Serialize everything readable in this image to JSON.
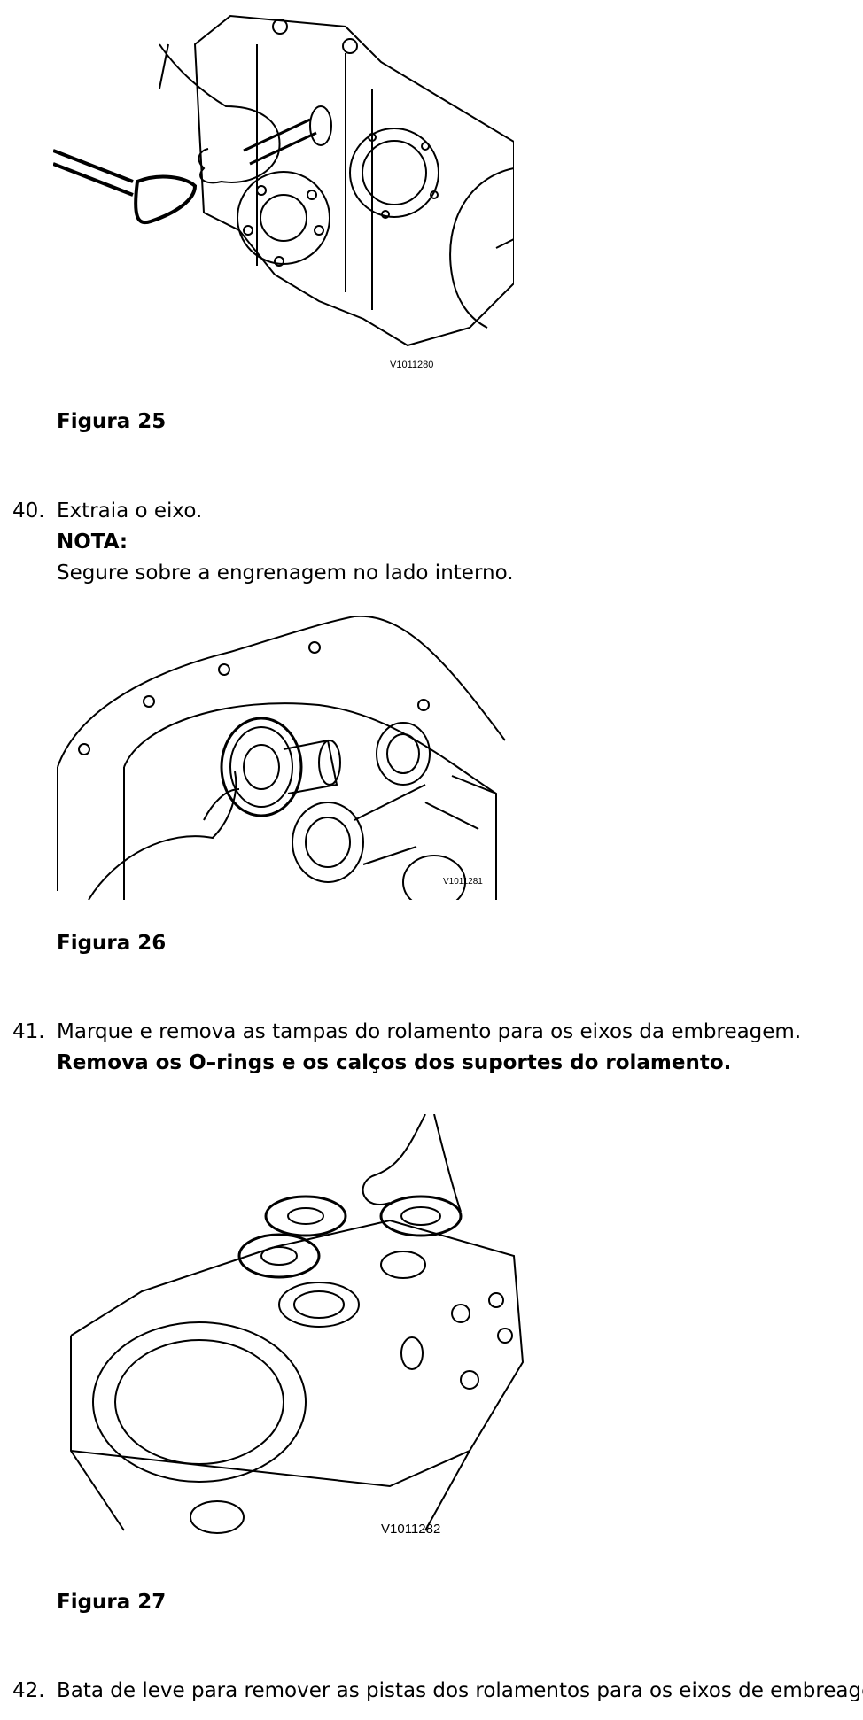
{
  "figures": [
    {
      "code": "V1011280",
      "caption": "Figura 25"
    },
    {
      "code": "V1011281",
      "caption": "Figura 26"
    },
    {
      "code": "V1011282",
      "caption": "Figura 27"
    }
  ],
  "steps": [
    {
      "number": "40.",
      "text": "Extraia o eixo.",
      "note_label": "NOTA:",
      "note_text": "Segure sobre a engrenagem no lado interno."
    },
    {
      "number": "41.",
      "text": "Marque e remova as tampas do rolamento para os eixos da embreagem.",
      "bold_text": "Remova os O–rings e os calços dos suportes do rolamento."
    },
    {
      "number": "42.",
      "text": "Bata de leve para remover as pistas dos rolamentos para os eixos de embreagem."
    }
  ]
}
